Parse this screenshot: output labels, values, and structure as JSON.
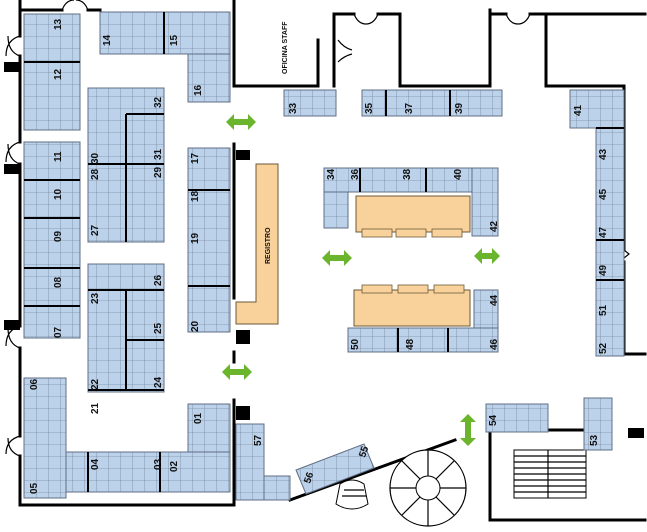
{
  "colors": {
    "booth_fill": "#bcd1ea",
    "booth_grid": "#5f6f84",
    "divider": "#000000",
    "counter_fill": "#f8d29a",
    "counter_stroke": "#6b5a3a",
    "arrow": "#6bb52d",
    "wall": "#000000"
  },
  "labels": {
    "registro": "REGISTRO",
    "oficina_staff": "OFICINA STAFF"
  },
  "booths": [
    "01",
    "02",
    "03",
    "04",
    "05",
    "06",
    "07",
    "08",
    "09",
    "10",
    "11",
    "12",
    "13",
    "14",
    "15",
    "16",
    "17",
    "18",
    "19",
    "20",
    "21",
    "22",
    "23",
    "24",
    "25",
    "26",
    "27",
    "28",
    "29",
    "30",
    "31",
    "32",
    "33",
    "34",
    "35",
    "36",
    "37",
    "38",
    "39",
    "40",
    "41",
    "42",
    "43",
    "44",
    "45",
    "46",
    "47",
    "48",
    "49",
    "50",
    "51",
    "52",
    "53",
    "54",
    "55",
    "56",
    "57"
  ]
}
